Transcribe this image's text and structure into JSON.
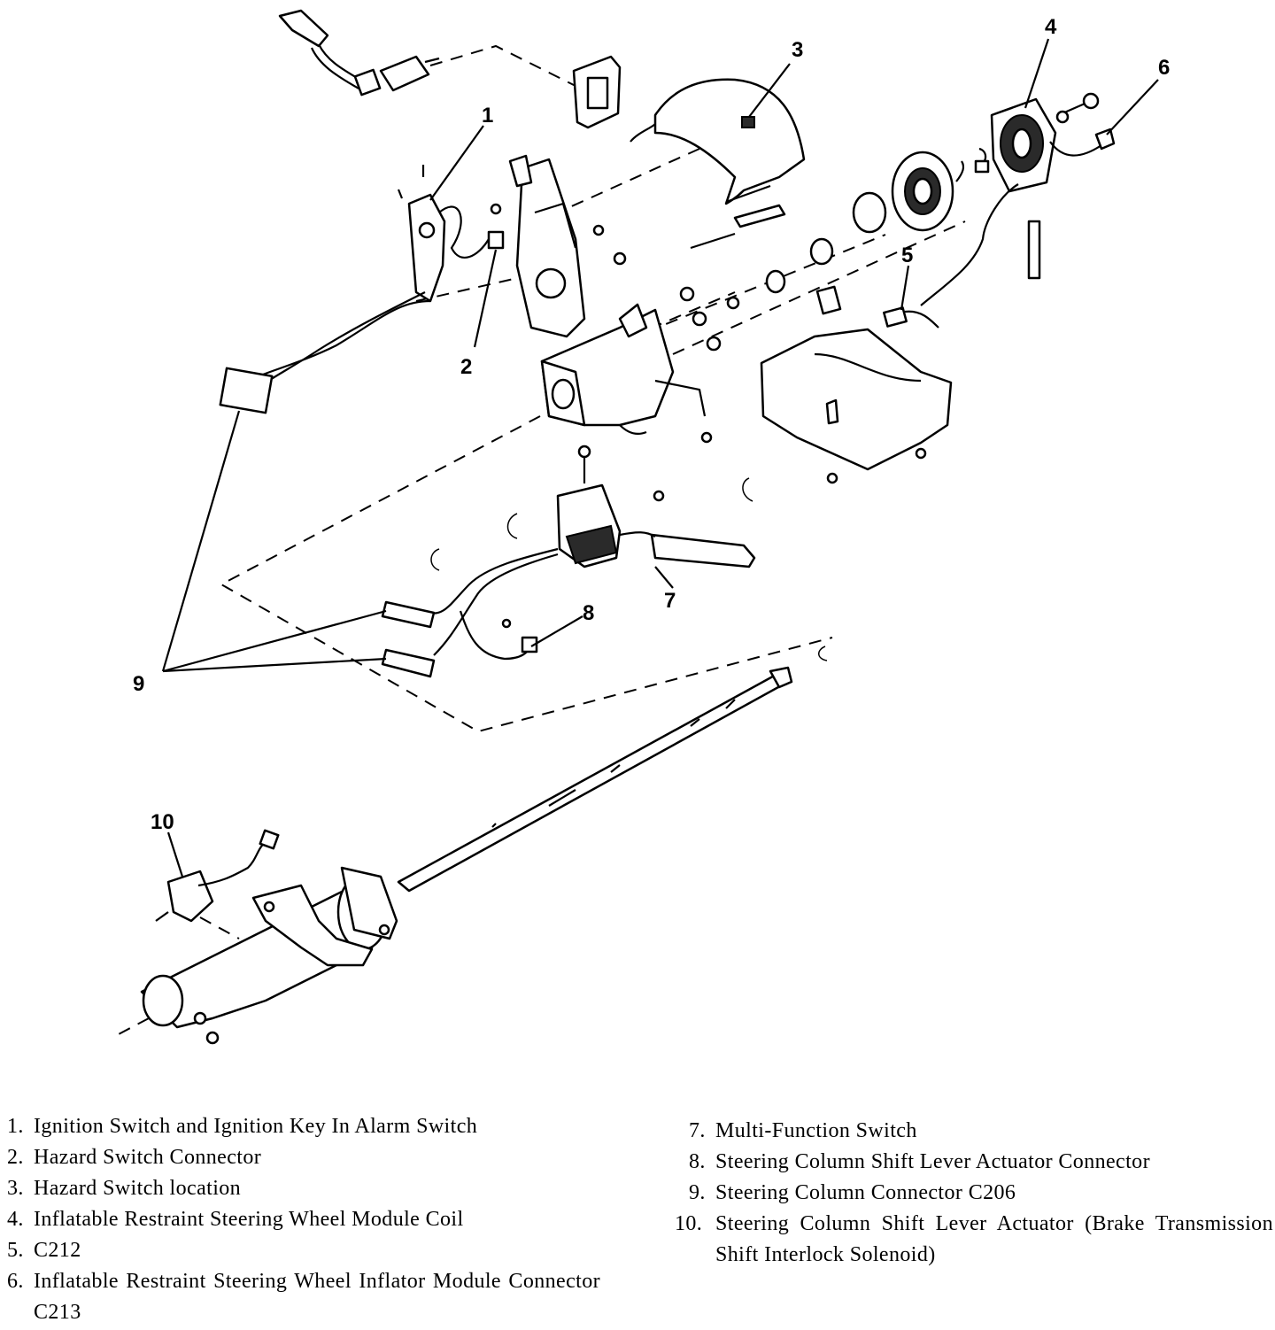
{
  "callouts": [
    "1",
    "2",
    "3",
    "4",
    "5",
    "6",
    "7",
    "8",
    "9",
    "10"
  ],
  "legend": {
    "left": [
      {
        "num": "1.",
        "text": "Ignition Switch and Ignition Key In Alarm Switch"
      },
      {
        "num": "2.",
        "text": "Hazard Switch Connector"
      },
      {
        "num": "3.",
        "text": "Hazard Switch location"
      },
      {
        "num": "4.",
        "text": "Inflatable Restraint Steering Wheel Module Coil"
      },
      {
        "num": "5.",
        "text": "C212"
      },
      {
        "num": "6.",
        "text": "Inflatable Restraint Steering Wheel Inflator Module Connector C213"
      }
    ],
    "right": [
      {
        "num": "7.",
        "text": "Multi-Function Switch"
      },
      {
        "num": "8.",
        "text": "Steering Column Shift Lever Actuator Connector"
      },
      {
        "num": "9.",
        "text": "Steering Column Connector C206"
      },
      {
        "num": "10.",
        "text": "Steering Column Shift Lever Actuator (Brake Transmission Shift Interlock Solenoid)"
      }
    ]
  }
}
